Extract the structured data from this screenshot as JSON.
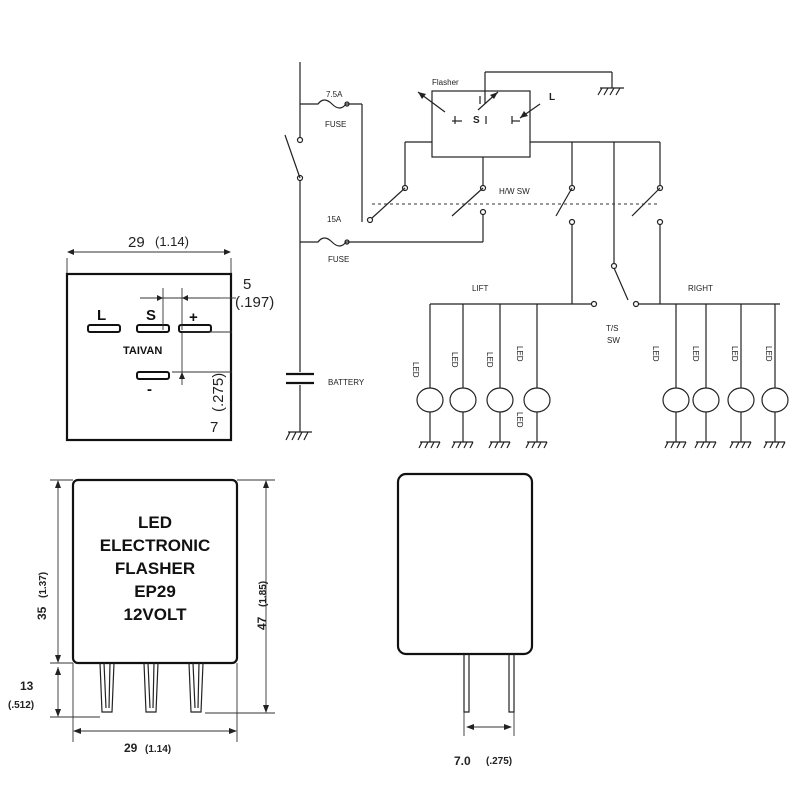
{
  "top_view": {
    "width_dim": "29",
    "width_dim_in": "(1.14)",
    "pin_spacing_dim": "5",
    "pin_spacing_dim_in": "(.197)",
    "pin_offset_dim": "7",
    "pin_offset_dim_in": "(.275)",
    "pin_l": "L",
    "pin_s": "S",
    "pin_plus": "+",
    "pin_minus": "-",
    "brand": "TAIVAN"
  },
  "front_view": {
    "label_lines": [
      "LED",
      "ELECTRONIC",
      "FLASHER",
      "EP29",
      "12VOLT"
    ],
    "height_dim": "35",
    "height_dim_in": "(1.37)",
    "pin_dim": "13",
    "pin_dim_in": "(.512)",
    "total_dim": "47",
    "total_dim_in": "(1.85)",
    "width_dim": "29",
    "width_dim_in": "(1.14)"
  },
  "side_view": {
    "pin_dim": "7.0",
    "pin_dim_in": "(.275)"
  },
  "schematic": {
    "fuse1_rating": "7.5A",
    "fuse1_label": "FUSE",
    "fuse2_rating": "15A",
    "fuse2_label": "FUSE",
    "flasher_label": "Flasher",
    "flasher_pin_s": "S",
    "flasher_pin_l": "L",
    "hazard_switch": "H/W SW",
    "battery": "BATTERY",
    "left_label": "LIFT",
    "right_label": "RIGHT",
    "turn_switch_1": "T/S",
    "turn_switch_2": "SW",
    "led_label": "LED"
  }
}
